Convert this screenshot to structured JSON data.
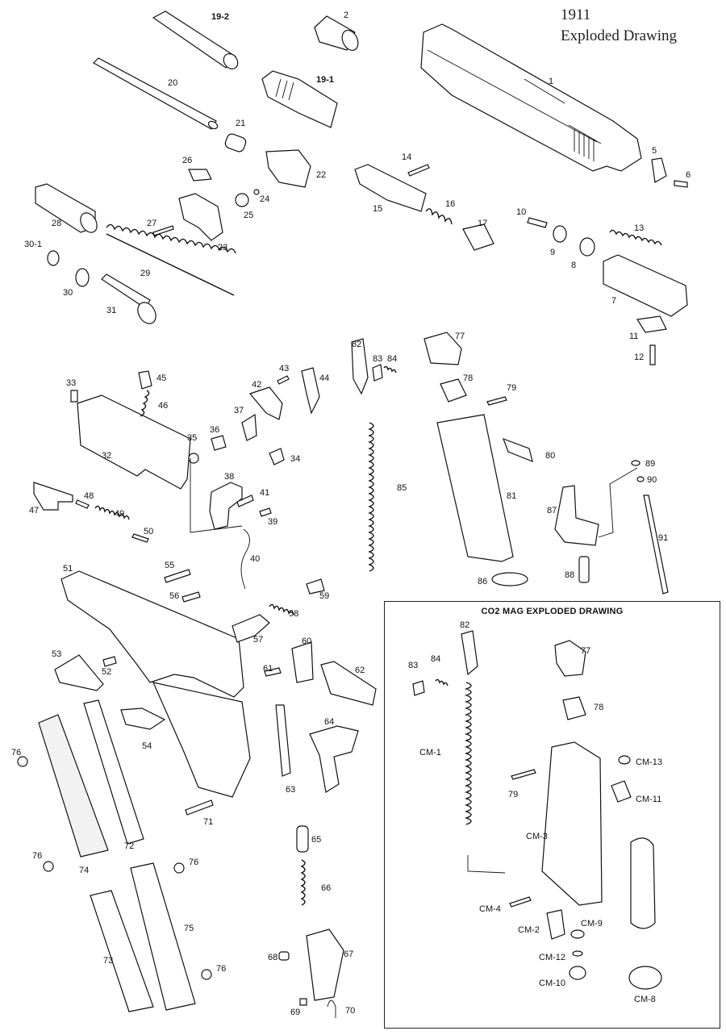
{
  "title": {
    "line1": "1911",
    "line2": "Exploded Drawing"
  },
  "co2": {
    "title": "CO2 MAG EXPLODED DRAWING"
  },
  "parts": [
    {
      "id": "p1",
      "label": "1"
    },
    {
      "id": "p2",
      "label": "2"
    },
    {
      "id": "p19_2",
      "label": "19-2"
    },
    {
      "id": "p19_1",
      "label": "19-1"
    },
    {
      "id": "p20",
      "label": "20"
    },
    {
      "id": "p21",
      "label": "21"
    },
    {
      "id": "p22",
      "label": "22"
    },
    {
      "id": "p23",
      "label": "23"
    },
    {
      "id": "p24",
      "label": "24"
    },
    {
      "id": "p25",
      "label": "25"
    },
    {
      "id": "p26",
      "label": "26"
    },
    {
      "id": "p27",
      "label": "27"
    },
    {
      "id": "p28",
      "label": "28"
    },
    {
      "id": "p29",
      "label": "29"
    },
    {
      "id": "p30_1",
      "label": "30-1"
    },
    {
      "id": "p30",
      "label": "30"
    },
    {
      "id": "p31",
      "label": "31"
    },
    {
      "id": "p5",
      "label": "5"
    },
    {
      "id": "p6",
      "label": "6"
    },
    {
      "id": "p14",
      "label": "14"
    },
    {
      "id": "p15",
      "label": "15"
    },
    {
      "id": "p16",
      "label": "16"
    },
    {
      "id": "p17",
      "label": "17"
    },
    {
      "id": "p10",
      "label": "10"
    },
    {
      "id": "p9",
      "label": "9"
    },
    {
      "id": "p8",
      "label": "8"
    },
    {
      "id": "p13",
      "label": "13"
    },
    {
      "id": "p7",
      "label": "7"
    },
    {
      "id": "p11",
      "label": "11"
    },
    {
      "id": "p12",
      "label": "12"
    },
    {
      "id": "p33",
      "label": "33"
    },
    {
      "id": "p45",
      "label": "45"
    },
    {
      "id": "p46",
      "label": "46"
    },
    {
      "id": "p32",
      "label": "32"
    },
    {
      "id": "p35",
      "label": "35"
    },
    {
      "id": "p36",
      "label": "36"
    },
    {
      "id": "p37",
      "label": "37"
    },
    {
      "id": "p42",
      "label": "42"
    },
    {
      "id": "p43",
      "label": "43"
    },
    {
      "id": "p44",
      "label": "44"
    },
    {
      "id": "p34",
      "label": "34"
    },
    {
      "id": "p38",
      "label": "38"
    },
    {
      "id": "p41",
      "label": "41"
    },
    {
      "id": "p39",
      "label": "39"
    },
    {
      "id": "p40",
      "label": "40"
    },
    {
      "id": "p47",
      "label": "47"
    },
    {
      "id": "p48",
      "label": "48"
    },
    {
      "id": "p49",
      "label": "49"
    },
    {
      "id": "p50",
      "label": "50"
    },
    {
      "id": "p82",
      "label": "82"
    },
    {
      "id": "p83",
      "label": "83"
    },
    {
      "id": "p84",
      "label": "84"
    },
    {
      "id": "p85",
      "label": "85"
    },
    {
      "id": "p77",
      "label": "77"
    },
    {
      "id": "p78",
      "label": "78"
    },
    {
      "id": "p79",
      "label": "79"
    },
    {
      "id": "p80",
      "label": "80"
    },
    {
      "id": "p81",
      "label": "81"
    },
    {
      "id": "p86",
      "label": "86"
    },
    {
      "id": "p87",
      "label": "87"
    },
    {
      "id": "p88",
      "label": "88"
    },
    {
      "id": "p89",
      "label": "89"
    },
    {
      "id": "p90",
      "label": "90"
    },
    {
      "id": "p91",
      "label": "91"
    },
    {
      "id": "p51",
      "label": "51"
    },
    {
      "id": "p55",
      "label": "55"
    },
    {
      "id": "p56",
      "label": "56"
    },
    {
      "id": "p59",
      "label": "59"
    },
    {
      "id": "p58",
      "label": "58"
    },
    {
      "id": "p57",
      "label": "57"
    },
    {
      "id": "p53",
      "label": "53"
    },
    {
      "id": "p52",
      "label": "52"
    },
    {
      "id": "p54",
      "label": "54"
    },
    {
      "id": "p60",
      "label": "60"
    },
    {
      "id": "p61",
      "label": "61"
    },
    {
      "id": "p62",
      "label": "62"
    },
    {
      "id": "p64",
      "label": "64"
    },
    {
      "id": "p63",
      "label": "63"
    },
    {
      "id": "p76a",
      "label": "76"
    },
    {
      "id": "p72",
      "label": "72"
    },
    {
      "id": "p76b",
      "label": "76"
    },
    {
      "id": "p74",
      "label": "74"
    },
    {
      "id": "p71",
      "label": "71"
    },
    {
      "id": "p65",
      "label": "65"
    },
    {
      "id": "p66",
      "label": "66"
    },
    {
      "id": "p67",
      "label": "67"
    },
    {
      "id": "p68",
      "label": "68"
    },
    {
      "id": "p69",
      "label": "69"
    },
    {
      "id": "p70",
      "label": "70"
    },
    {
      "id": "p76c",
      "label": "76"
    },
    {
      "id": "p75",
      "label": "75"
    },
    {
      "id": "p73",
      "label": "73"
    },
    {
      "id": "p76d",
      "label": "76"
    }
  ],
  "co2_parts": [
    {
      "id": "c82",
      "label": "82"
    },
    {
      "id": "c83",
      "label": "83"
    },
    {
      "id": "c84",
      "label": "84"
    },
    {
      "id": "c77",
      "label": "77"
    },
    {
      "id": "c78",
      "label": "78"
    },
    {
      "id": "cCM1",
      "label": "CM-1"
    },
    {
      "id": "cCM13",
      "label": "CM-13"
    },
    {
      "id": "cCM11",
      "label": "CM-11"
    },
    {
      "id": "c79",
      "label": "79"
    },
    {
      "id": "cCM3",
      "label": "CM-3"
    },
    {
      "id": "cCM4",
      "label": "CM-4"
    },
    {
      "id": "cCM9",
      "label": "CM-9"
    },
    {
      "id": "cCM2",
      "label": "CM-2"
    },
    {
      "id": "cCM12",
      "label": "CM-12"
    },
    {
      "id": "cCM10",
      "label": "CM-10"
    },
    {
      "id": "cCM8",
      "label": "CM-8"
    }
  ]
}
